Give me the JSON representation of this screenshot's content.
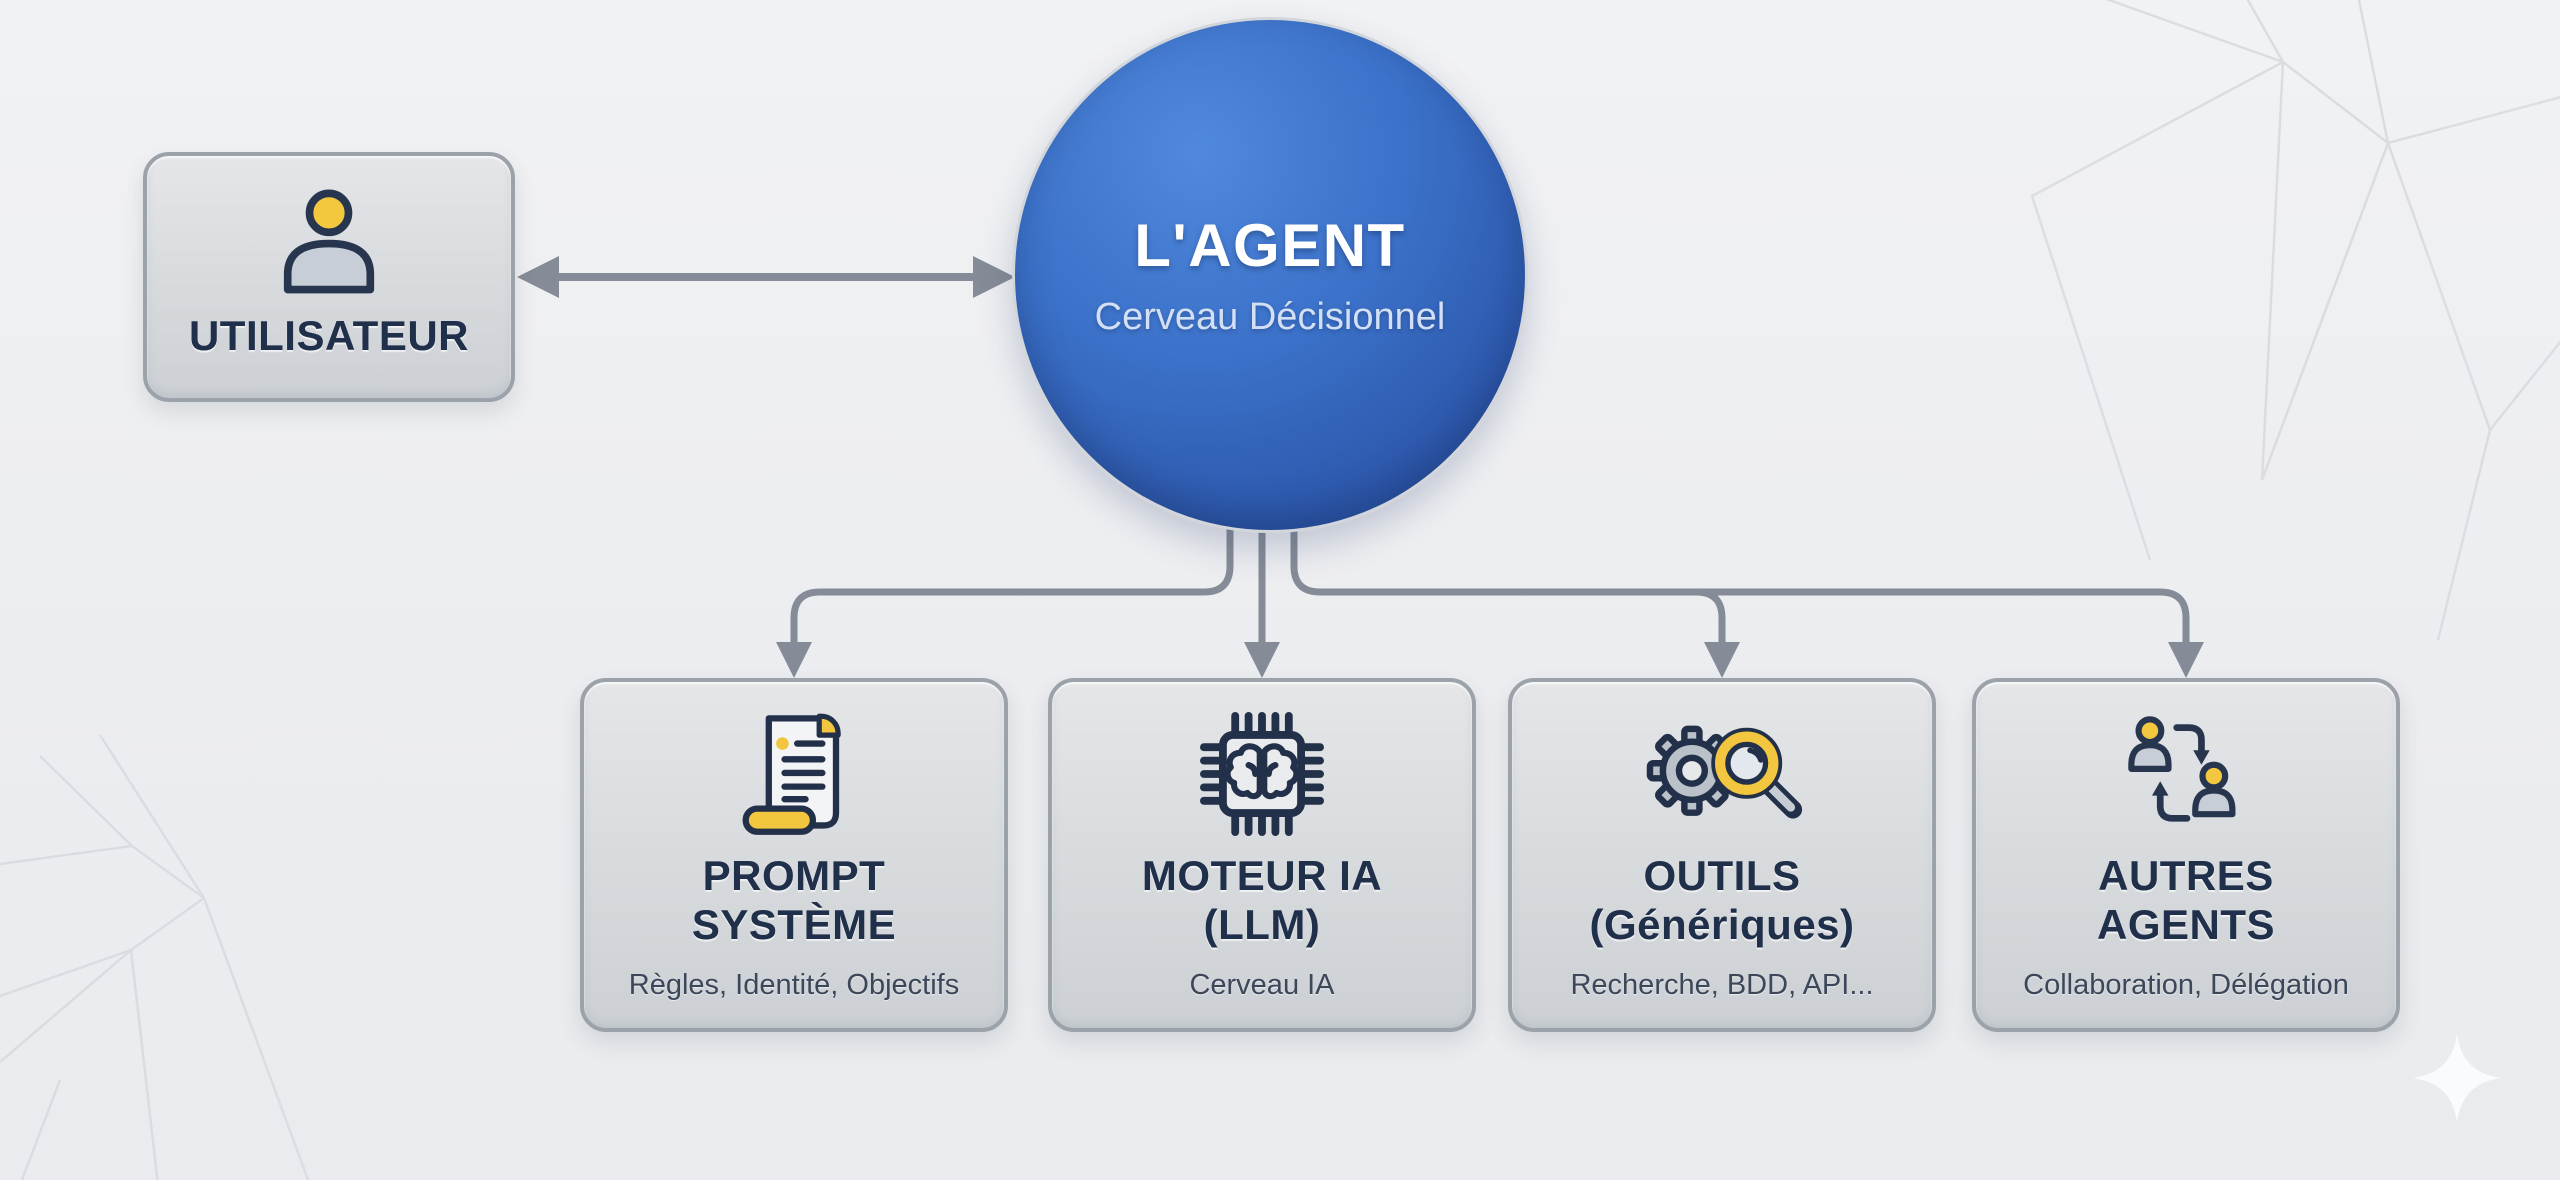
{
  "diagram": {
    "language": "fr",
    "type": "agent-architecture"
  },
  "agent_circle": {
    "title": "L'AGENT",
    "subtitle": "Cerveau Décisionnel"
  },
  "user_box": {
    "label": "UTILISATEUR",
    "icon": "person-icon"
  },
  "components": [
    {
      "id": "prompt-systeme",
      "title_line1": "PROMPT",
      "title_line2": "SYSTÈME",
      "subtitle": "Règles, Identité, Objectifs",
      "icon": "scroll-icon"
    },
    {
      "id": "moteur-ia",
      "title_line1": "MOTEUR IA",
      "title_line2": "(LLM)",
      "subtitle": "Cerveau IA",
      "icon": "chip-brain-icon"
    },
    {
      "id": "outils",
      "title_line1": "OUTILS",
      "title_line2": "(Génériques)",
      "subtitle": "Recherche, BDD, API...",
      "icon": "gear-magnifier-icon"
    },
    {
      "id": "autres-agents",
      "title_line1": "AUTRES",
      "title_line2": "AGENTS",
      "subtitle": "Collaboration, Délégation",
      "icon": "agents-exchange-icon"
    }
  ],
  "connections": [
    {
      "from": "utilisateur",
      "to": "l-agent",
      "type": "bidirectional"
    },
    {
      "from": "l-agent",
      "to": "prompt-systeme",
      "type": "directed"
    },
    {
      "from": "l-agent",
      "to": "moteur-ia",
      "type": "directed"
    },
    {
      "from": "l-agent",
      "to": "outils",
      "type": "directed"
    },
    {
      "from": "l-agent",
      "to": "autres-agents",
      "type": "directed"
    }
  ],
  "palette": {
    "background": "#edeff1",
    "box_fill": "#d6d9dc",
    "box_border": "#9ba2aa",
    "title_navy": "#20304a",
    "subtitle_gray": "#3c4759",
    "circle_blue": "#2d58ac",
    "connector_gray": "#858c97",
    "accent_yellow": "#f2c63e",
    "pattern_line": "#d9dce0"
  },
  "decorations": {
    "sparkle_icon": "four-point-star",
    "background_pattern": "faint-polygon-mesh"
  }
}
